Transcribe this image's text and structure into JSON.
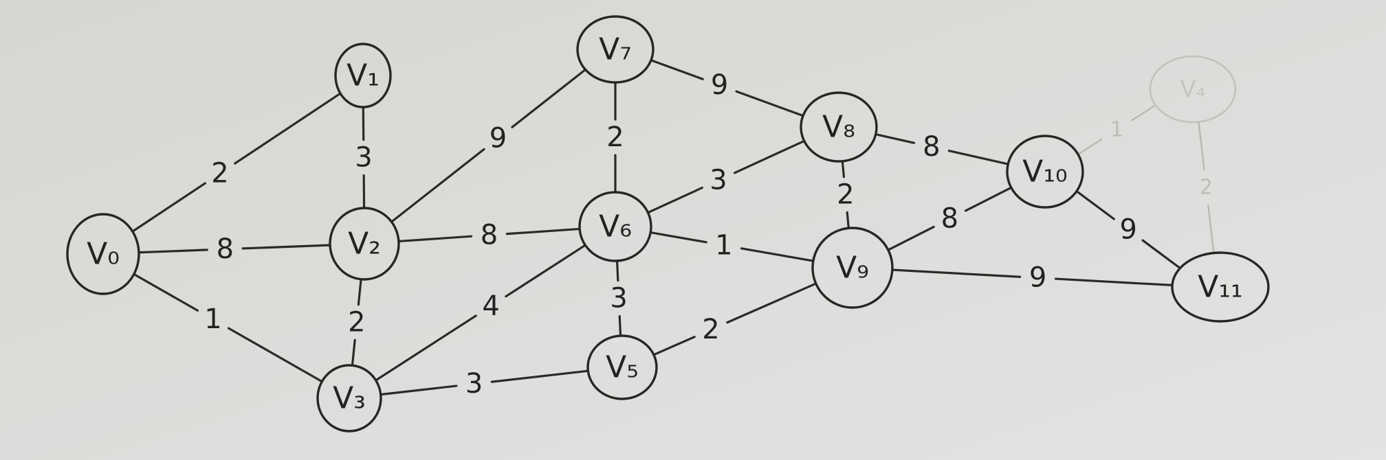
{
  "diagram": {
    "type": "weighted-undirected-graph",
    "nodes": [
      {
        "id": "v0",
        "label": "V₀",
        "faint": false
      },
      {
        "id": "v1",
        "label": "V₁",
        "faint": false
      },
      {
        "id": "v2",
        "label": "V₂",
        "faint": false
      },
      {
        "id": "v3",
        "label": "V₃",
        "faint": false
      },
      {
        "id": "v5",
        "label": "V₅",
        "faint": false
      },
      {
        "id": "v6",
        "label": "V₆",
        "faint": false
      },
      {
        "id": "v7",
        "label": "V₇",
        "faint": false
      },
      {
        "id": "v8",
        "label": "V₈",
        "faint": false
      },
      {
        "id": "v9",
        "label": "V₉",
        "faint": false
      },
      {
        "id": "v10",
        "label": "V₁₀",
        "faint": false
      },
      {
        "id": "v11",
        "label": "V₁₁",
        "faint": false
      },
      {
        "id": "v4",
        "label": "V₄",
        "faint": true
      }
    ],
    "edges": [
      {
        "from": "v0",
        "to": "v1",
        "weight": "2",
        "faint": false
      },
      {
        "from": "v0",
        "to": "v2",
        "weight": "8",
        "faint": false
      },
      {
        "from": "v0",
        "to": "v3",
        "weight": "1",
        "faint": false
      },
      {
        "from": "v1",
        "to": "v2",
        "weight": "3",
        "faint": false
      },
      {
        "from": "v2",
        "to": "v3",
        "weight": "2",
        "faint": false
      },
      {
        "from": "v2",
        "to": "v7",
        "weight": "9",
        "faint": false
      },
      {
        "from": "v2",
        "to": "v6",
        "weight": "8",
        "faint": false
      },
      {
        "from": "v3",
        "to": "v6",
        "weight": "4",
        "faint": false
      },
      {
        "from": "v3",
        "to": "v5",
        "weight": "3",
        "faint": false
      },
      {
        "from": "v7",
        "to": "v6",
        "weight": "2",
        "faint": false
      },
      {
        "from": "v7",
        "to": "v8",
        "weight": "9",
        "faint": false
      },
      {
        "from": "v6",
        "to": "v8",
        "weight": "3",
        "faint": false
      },
      {
        "from": "v6",
        "to": "v9",
        "weight": "1",
        "faint": false
      },
      {
        "from": "v6",
        "to": "v5",
        "weight": "3",
        "faint": false
      },
      {
        "from": "v5",
        "to": "v9",
        "weight": "2",
        "faint": false
      },
      {
        "from": "v8",
        "to": "v9",
        "weight": "2",
        "faint": false
      },
      {
        "from": "v8",
        "to": "v10",
        "weight": "8",
        "faint": false
      },
      {
        "from": "v9",
        "to": "v10",
        "weight": "8",
        "faint": false
      },
      {
        "from": "v9",
        "to": "v11",
        "weight": "9",
        "faint": false
      },
      {
        "from": "v10",
        "to": "v11",
        "weight": "9",
        "faint": false
      },
      {
        "from": "v10",
        "to": "v4",
        "weight": "1",
        "faint": true
      },
      {
        "from": "v4",
        "to": "v11",
        "weight": "2",
        "faint": true
      }
    ]
  }
}
